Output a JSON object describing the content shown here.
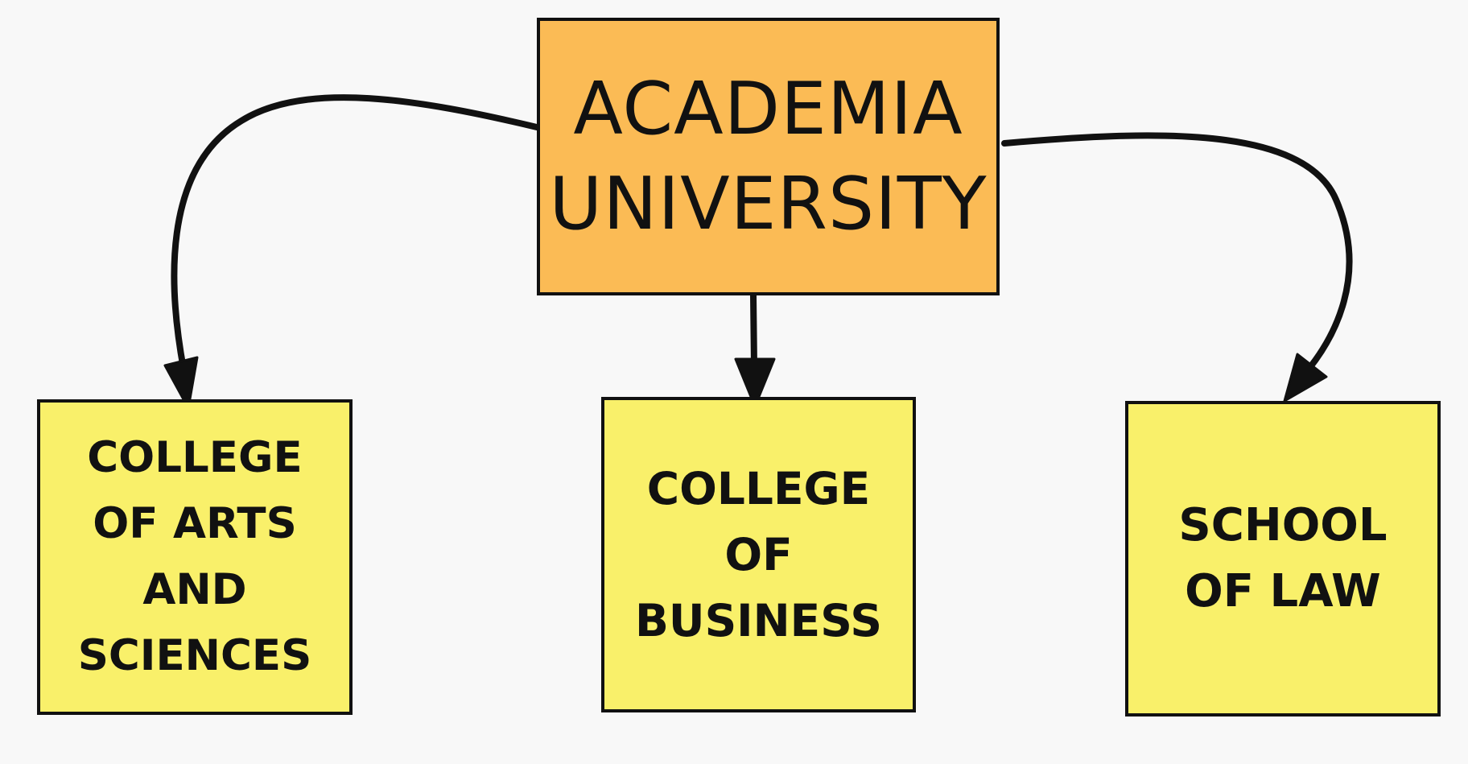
{
  "diagram": {
    "root": {
      "lines": [
        "ACADEMIA",
        "UNIVERSITY"
      ],
      "color": "#fbbb55"
    },
    "children": [
      {
        "lines": [
          "COLLEGE",
          "OF ARTS",
          "AND",
          "SCIENCES"
        ],
        "color": "#f9f06a"
      },
      {
        "lines": [
          "COLLEGE",
          "OF",
          "BUSINESS"
        ],
        "color": "#f9f06a"
      },
      {
        "lines": [
          "SCHOOL",
          "OF LAW"
        ],
        "color": "#f9f06a"
      }
    ],
    "edges": [
      {
        "from": "ACADEMIA UNIVERSITY",
        "to": "COLLEGE OF ARTS AND SCIENCES"
      },
      {
        "from": "ACADEMIA UNIVERSITY",
        "to": "COLLEGE OF BUSINESS"
      },
      {
        "from": "ACADEMIA UNIVERSITY",
        "to": "SCHOOL OF LAW"
      }
    ]
  }
}
